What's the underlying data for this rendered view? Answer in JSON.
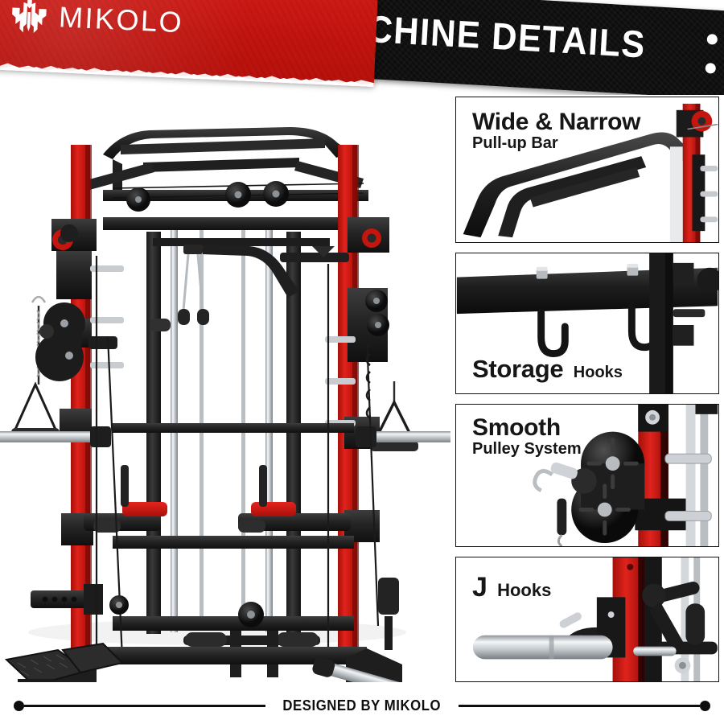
{
  "header": {
    "logo_text": "MIKOLO",
    "logo_icon": "trident-emblem-icon",
    "title": "MACHINE DETAILS",
    "banner_colors": {
      "red": "#c3140f",
      "black": "#0d0d0d",
      "text": "#ffffff"
    },
    "dots": [
      "dot",
      "dot",
      "dot",
      "dot"
    ]
  },
  "product": {
    "alt": "Mikolo power rack smith machine home gym",
    "colors": {
      "frame": "#262626",
      "upright": "#d21a15",
      "chrome": "#c9cdd1",
      "accent_red": "#d21a15"
    }
  },
  "panels": [
    {
      "id": "pull-up-bar",
      "title_big": "Wide & Narrow",
      "title_small": "Pull-up Bar",
      "layout": "stacked-top",
      "image": "angled pull-up bar with red upright"
    },
    {
      "id": "storage-hooks",
      "title_big": "Storage",
      "title_small": "Hooks",
      "layout": "inline-bottom",
      "image": "black cross beam with two J storage hooks"
    },
    {
      "id": "pulley-system",
      "title_big": "Smooth",
      "title_small": "Pulley System",
      "layout": "stacked-top",
      "image": "dual pulley wheel block on red upright"
    },
    {
      "id": "j-hooks",
      "title_big": "J",
      "title_small": "Hooks",
      "layout": "inline-top",
      "image": "J hook holding chrome barbell on red upright"
    }
  ],
  "footer": {
    "text": "DESIGNED BY MIKOLO"
  }
}
